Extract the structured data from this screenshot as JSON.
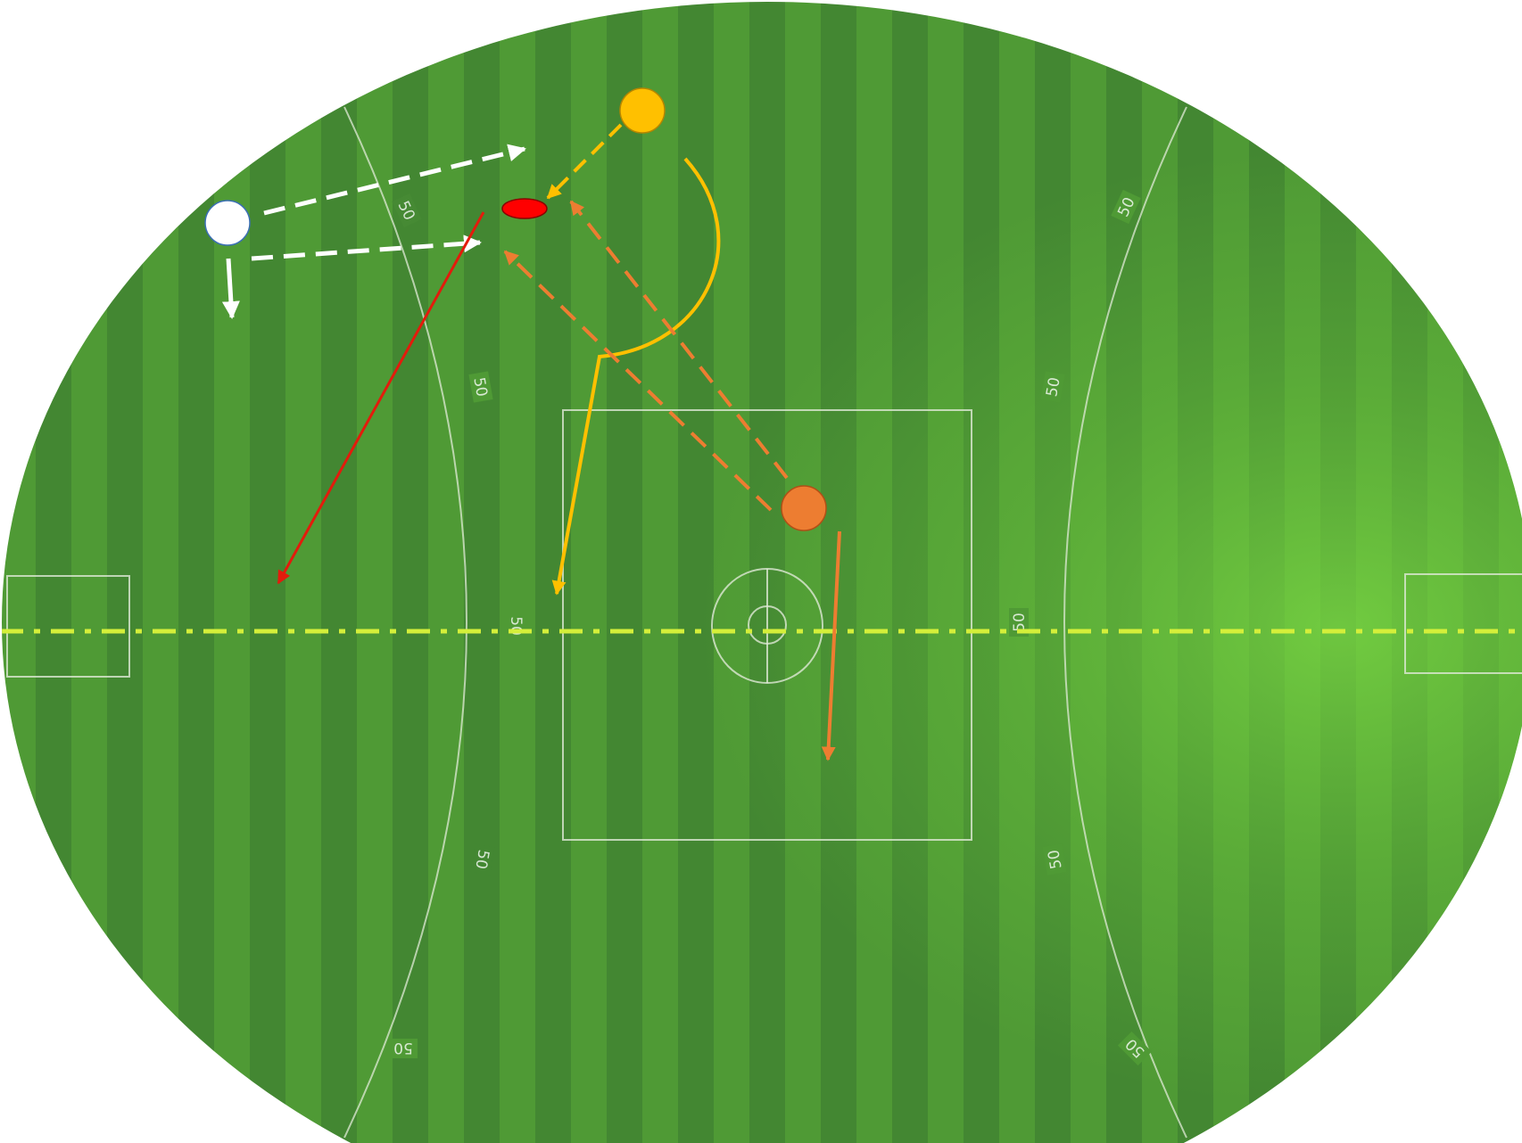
{
  "field": {
    "arc_marking_label": "50"
  },
  "colors": {
    "field_light": "#58a838",
    "field_dark": "#468a34",
    "highlight": "#6dcc3e",
    "line_white": "#e8efe0",
    "center_line": "#d4ef3a",
    "white_player": "#ffffff",
    "yellow_player": "#ffc000",
    "orange_player": "#ed7d31",
    "ball": "#ff0000",
    "red_arrow": "#e31b0c"
  },
  "markers": [
    {
      "name": "white-player-marker",
      "color": "white"
    },
    {
      "name": "yellow-player-marker",
      "color": "yellow"
    },
    {
      "name": "orange-player-marker",
      "color": "orange"
    },
    {
      "name": "ball-marker",
      "color": "red"
    }
  ],
  "paths": [
    {
      "name": "white-pass-upper-arrow",
      "style": "dashed",
      "color": "white"
    },
    {
      "name": "white-pass-lower-arrow",
      "style": "dashed",
      "color": "white"
    },
    {
      "name": "white-move-down-arrow",
      "style": "solid",
      "color": "white"
    },
    {
      "name": "yellow-pass-arrow",
      "style": "dashed",
      "color": "yellow"
    },
    {
      "name": "yellow-run-arrow",
      "style": "solid",
      "color": "yellow"
    },
    {
      "name": "orange-pass-upper-arrow",
      "style": "dashed",
      "color": "orange"
    },
    {
      "name": "orange-pass-lower-arrow",
      "style": "dashed",
      "color": "orange"
    },
    {
      "name": "orange-run-arrow",
      "style": "solid",
      "color": "orange"
    },
    {
      "name": "ball-kick-arrow",
      "style": "solid",
      "color": "red"
    }
  ]
}
